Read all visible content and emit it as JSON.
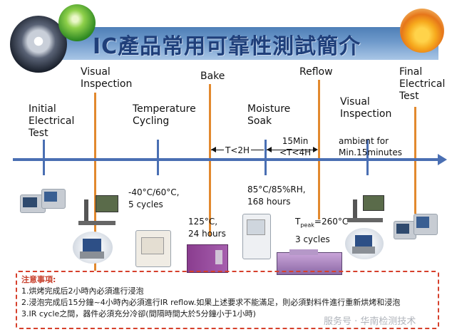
{
  "title": "IC產品常用可靠性測試簡介",
  "stages": {
    "initial": [
      "Initial",
      "Electrical",
      "Test"
    ],
    "visual1": [
      "Visual",
      "Inspection"
    ],
    "temp": [
      "Temperature",
      "Cycling"
    ],
    "bake": [
      "Bake"
    ],
    "moisture": [
      "Moisture",
      "Soak"
    ],
    "reflow": [
      "Reflow"
    ],
    "visual2": [
      "Visual",
      "Inspection"
    ],
    "final": [
      "Final",
      "Electrical",
      "Test"
    ]
  },
  "intervals": {
    "t_lt_2h": "T<2H",
    "t_15min_4h_line1": "15Min",
    "t_15min_4h_line2": "<T<4H",
    "ambient_line1": "ambient for",
    "ambient_line2": "Min.15minutes"
  },
  "conditions": {
    "temp_cycling_line1": "-40°C/60°C,",
    "temp_cycling_line2": "5 cycles",
    "bake_line1": "125°C,",
    "bake_line2": "24 hours",
    "moisture_line1": "85°C/85%RH,",
    "moisture_line2": "168 hours",
    "reflow_t": "T",
    "reflow_sub": "peak",
    "reflow_val": "=260°C",
    "reflow_cycles": "3 cycles"
  },
  "notes": {
    "heading": "注意事項:",
    "items": [
      "1.烘烤完成后2小時內必須進行浸泡",
      "2.浸泡完成后15分鐘~4小時內必須進行IR reflow.如果上述要求不能滿足，則必須對料件進行重新烘烤和浸泡",
      "3.IR cycle之間，器件必須充分冷卻(間隔時間大於5分鐘小于1小時)"
    ]
  },
  "watermark": "服务号 · 华南检测技术",
  "colors": {
    "timeline": "#4a6fb3",
    "stage_line": "#e2892e",
    "title_bar": "#6f9acb",
    "title_text": "#1f3f7a",
    "notes_border": "#d6402c"
  },
  "icons": [
    "dandelion-logo",
    "leaf-logo",
    "flower-logo",
    "oscilloscope-icon",
    "microscope-icon",
    "workstation-icon",
    "thermal-chamber-icon",
    "oven-icon",
    "humidity-chamber-icon",
    "reflow-oven-icon"
  ]
}
